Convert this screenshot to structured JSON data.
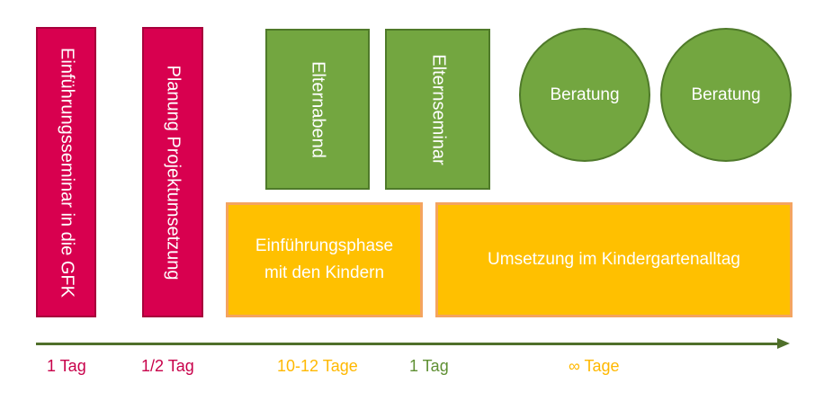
{
  "colors": {
    "magenta": "#D8004F",
    "green": "#73A640",
    "orange": "#FFC000",
    "axis": "#4F6F2A"
  },
  "bars": {
    "einfuehrungsseminar": "Einführungsseminar  in die GFK",
    "planung": "Planung Projektumsetzung",
    "elternabend": "Elternabend",
    "elternseminar": "Elternseminar"
  },
  "circles": {
    "beratung1": "Beratung",
    "beratung2": "Beratung"
  },
  "phases": {
    "einfuehrungsphase": "Einführungsphase\nmit den Kindern",
    "umsetzung": "Umsetzung im Kindergartenalltag"
  },
  "durations": {
    "d1": "1 Tag",
    "d2": "1/2 Tag",
    "d3": "10-12 Tage",
    "d4": "1 Tag",
    "d5": "∞ Tage"
  }
}
